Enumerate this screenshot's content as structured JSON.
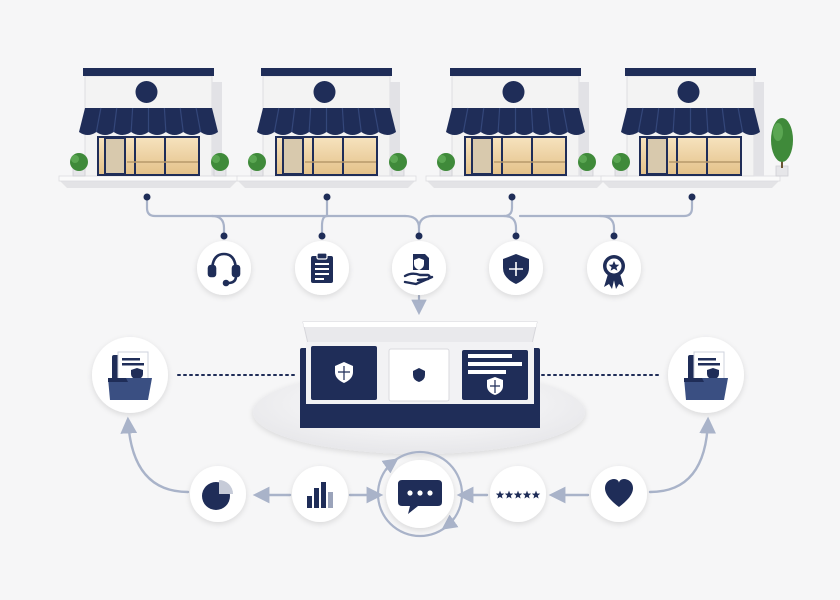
{
  "colors": {
    "navy": "#1f2d58",
    "navy_dark": "#17224a",
    "connector": "#a9b3c9",
    "node_bg": "#ffffff",
    "building_wall": "#f3f3f3",
    "glow": "#f1d7a6",
    "plant": "#3f8a3a",
    "background": "#f6f6f7"
  },
  "stores": [
    {
      "id": "store-1",
      "has_tree": false
    },
    {
      "id": "store-2",
      "has_tree": false
    },
    {
      "id": "store-3",
      "has_tree": false
    },
    {
      "id": "store-4",
      "has_tree": true
    }
  ],
  "service_icons": [
    {
      "id": "support",
      "icon": "headset-icon"
    },
    {
      "id": "checklist",
      "icon": "clipboard-icon"
    },
    {
      "id": "care",
      "icon": "hand-shield-icon"
    },
    {
      "id": "protection",
      "icon": "shield-icon"
    },
    {
      "id": "quality",
      "icon": "award-badge-icon"
    }
  ],
  "package": {
    "icon": "open-box-icon",
    "items": [
      "dark-shield-card",
      "light-shield-card",
      "document-shield-card"
    ]
  },
  "side_nodes": [
    {
      "id": "left",
      "icon": "folder-document-icon"
    },
    {
      "id": "right",
      "icon": "folder-document-icon"
    }
  ],
  "feedback_loop": [
    {
      "id": "analytics-pie",
      "icon": "pie-chart-icon"
    },
    {
      "id": "analytics-bars",
      "icon": "bar-chart-icon"
    },
    {
      "id": "conversation",
      "icon": "chat-bubble-icon"
    },
    {
      "id": "rating",
      "icon": "five-stars-icon"
    },
    {
      "id": "loyalty",
      "icon": "heart-icon"
    }
  ]
}
